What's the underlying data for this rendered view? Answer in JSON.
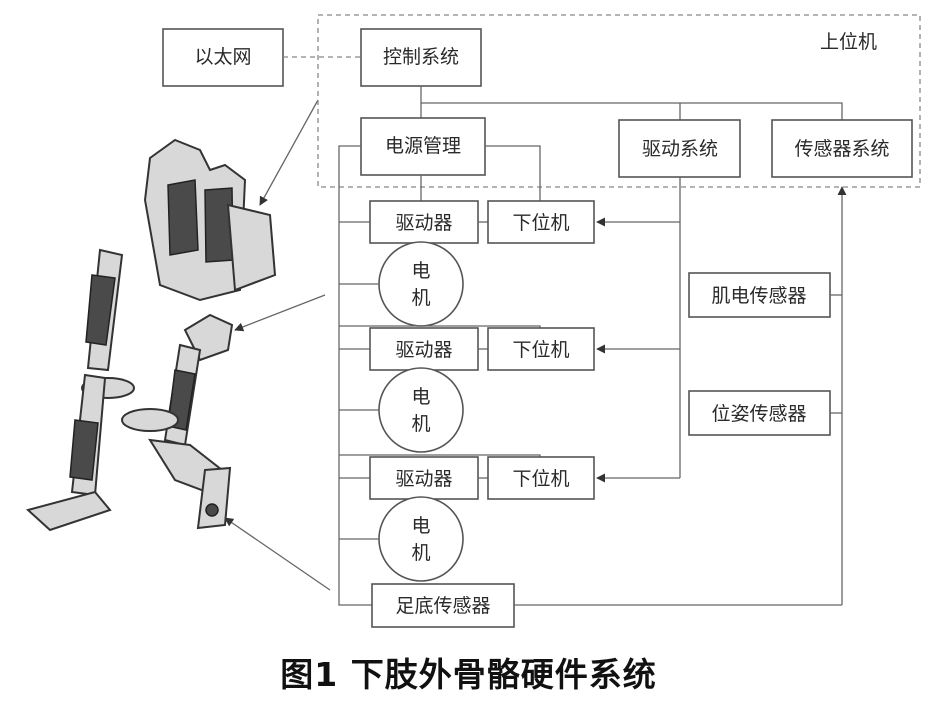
{
  "labels": {
    "ethernet": "以太网",
    "control_system": "控制系统",
    "host_computer": "上位机",
    "power_management": "电源管理",
    "drive_system": "驱动系统",
    "sensor_system": "传感器系统",
    "driver": "驱动器",
    "lower_computer": "下位机",
    "motor_line1": "电",
    "motor_line2": "机",
    "emg_sensor": "肌电传感器",
    "pose_sensor": "位姿传感器",
    "foot_sensor": "足底传感器"
  },
  "caption": "图1  下肢外骨骼硬件系统",
  "robot_image": "lower-limb-exoskeleton-photo"
}
